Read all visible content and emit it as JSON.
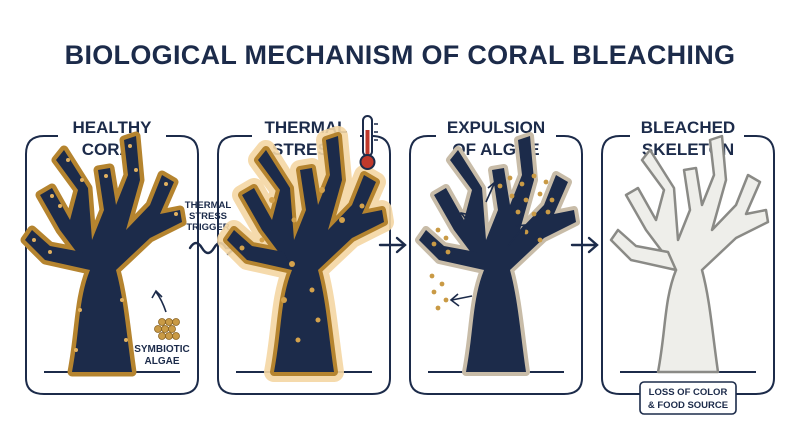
{
  "title": "BIOLOGICAL MECHANISM OF CORAL BLEACHING",
  "panels": [
    {
      "line1": "HEALTHY",
      "line2": "CORAL"
    },
    {
      "line1": "THERMAL",
      "line2": "STRESS"
    },
    {
      "line1": "EXPULSION",
      "line2": "OF ALGAE"
    },
    {
      "line1": "BLEACHED",
      "line2": "SKELETON"
    }
  ],
  "annotations": {
    "trigger_line1": "THERMAL",
    "trigger_line2": "STRESS",
    "trigger_line3": "TRIGGER",
    "algae_line1": "SYMBIOTIC",
    "algae_line2": "ALGAE",
    "loss_line1": "LOSS OF COLOR",
    "loss_line2": "& FOOD SOURCE"
  },
  "colors": {
    "navy": "#1c2b4a",
    "algae_brown": "#b5842f",
    "algae_dot": "#d4a24c",
    "heat_glow": "#f5d7a4",
    "thermometer_red": "#c0392b",
    "bleached": "#eeeeea"
  },
  "icons": [
    "thermometer-icon",
    "squiggle-arrow-icon",
    "arrow-right-icon",
    "curved-arrow-icon"
  ]
}
